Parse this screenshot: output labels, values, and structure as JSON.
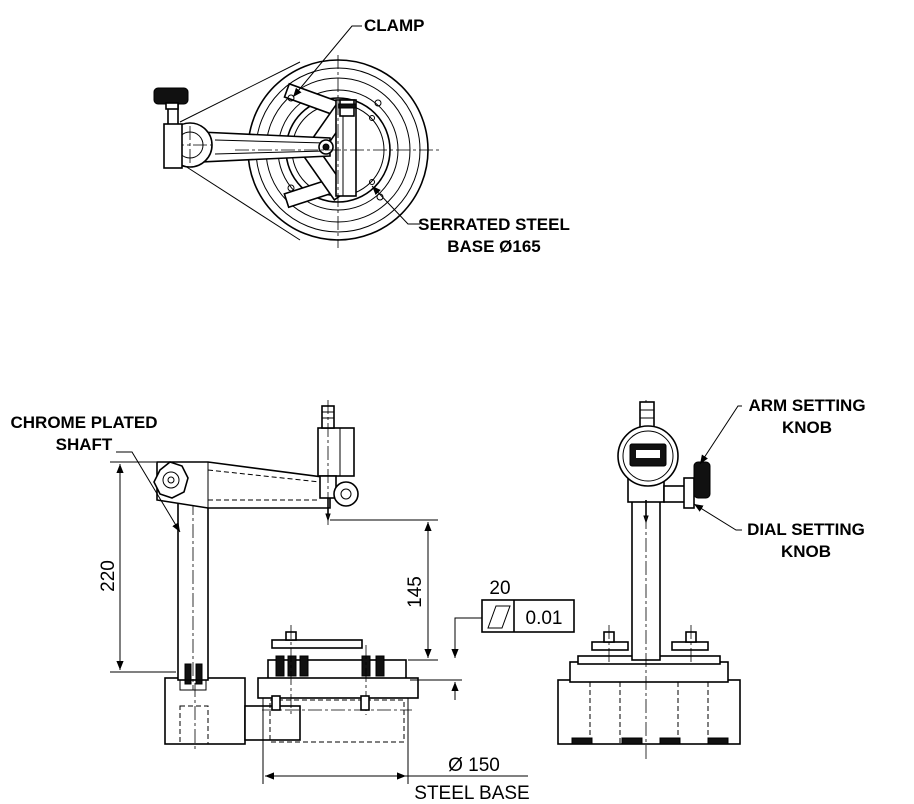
{
  "labels": {
    "clamp": "CLAMP",
    "serrated_line1": "SERRATED STEEL",
    "serrated_line2": "BASE Ø165",
    "chrome_line1": "CHROME PLATED",
    "chrome_line2": "SHAFT",
    "arm_line1": "ARM SETTING",
    "arm_line2": "KNOB",
    "dial_line1": "DIAL SETTING",
    "dial_line2": "KNOB"
  },
  "dimensions": {
    "height_220": "220",
    "height_145": "145",
    "flatness_length": "20",
    "flatness_tolerance": "0.01",
    "diameter_150": "Ø 150",
    "steel_base": "STEEL BASE"
  }
}
